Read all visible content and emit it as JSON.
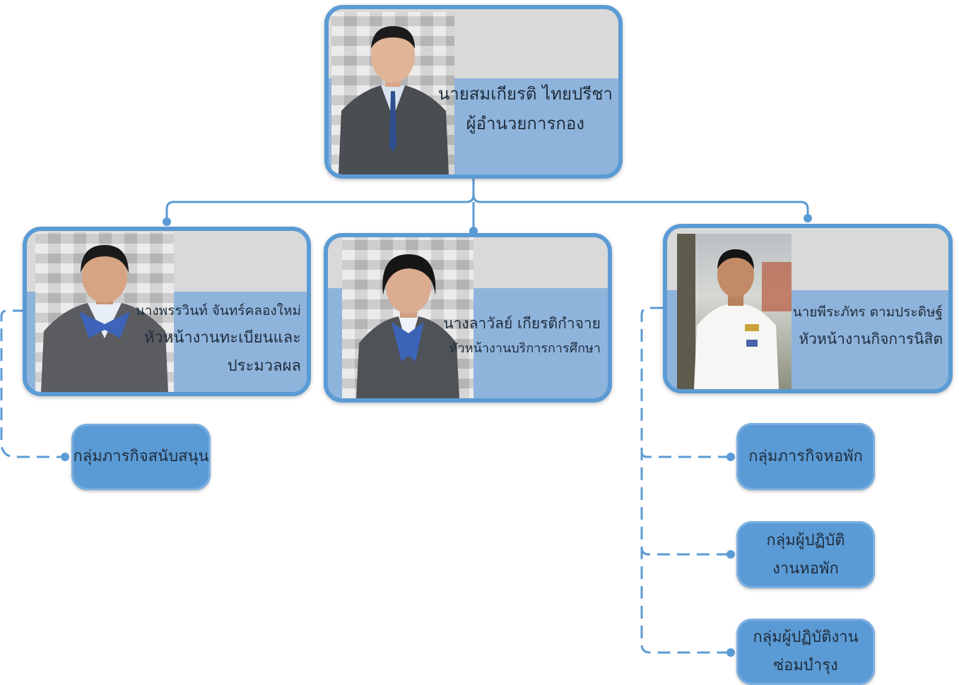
{
  "director": {
    "name": "นายสมเกียรติ  ไทยปรีชา",
    "title": "ผู้อำนวยการกอง"
  },
  "heads": [
    {
      "name": "นางพรรวินท์  จันทร์คลองใหม่",
      "title_line1": "หัวหน้างานทะเบียนและ",
      "title_line2": "ประมวลผล"
    },
    {
      "name": "นางลาวัลย์  เกียรติกำจาย",
      "title_line1": "หัวหน้างานบริการการศึกษา"
    },
    {
      "name": "นายพีระภัทร  ตามประดิษฐ์",
      "title_line1": "หัวหน้างานกิจการนิสิต"
    }
  ],
  "groups": {
    "support": {
      "line1": "กลุ่มภารกิจสนับสนุน"
    },
    "dorm": {
      "line1": "กลุ่มภารกิจหอพัก"
    },
    "dorm_staff": {
      "line1": "กลุ่มผู้ปฏิบัติ",
      "line2": "งานหอพัก"
    },
    "maintenance": {
      "line1": "กลุ่มผู้ปฏิบัติงาน",
      "line2": "ซ่อมบำรุง"
    }
  },
  "colors": {
    "accent": "#5b9bd5",
    "card_fill": "#8fb4dc",
    "header_fill": "#d9d9d9",
    "text": "#1f2d3d"
  }
}
